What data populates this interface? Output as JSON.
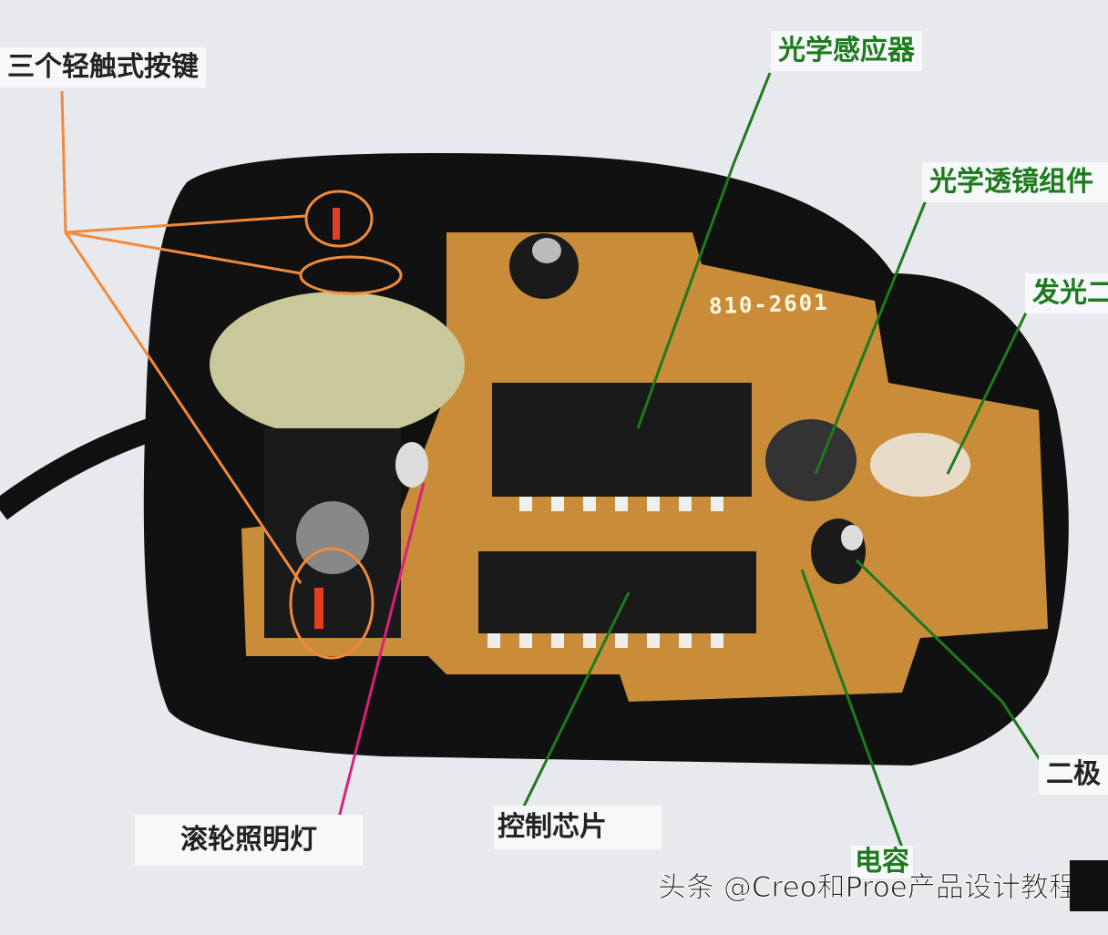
{
  "labels": {
    "buttons": "三个轻触式按键",
    "optical_sensor": "光学感应器",
    "lens_assembly": "光学透镜组件",
    "led": "发光二",
    "diode": "二极",
    "wheel_light": "滚轮照明灯",
    "control_chip": "控制芯片",
    "capacitor": "电容"
  },
  "pcb_marking": "810-2601",
  "watermark": "头条 @Creo和Proe产品设计教程",
  "colors": {
    "green_label": "#1d7a1d",
    "orange_pointer": "#f08a3c",
    "pink_pointer": "#d9207a",
    "pcb": "#c98d3a",
    "shell": "#111111"
  }
}
